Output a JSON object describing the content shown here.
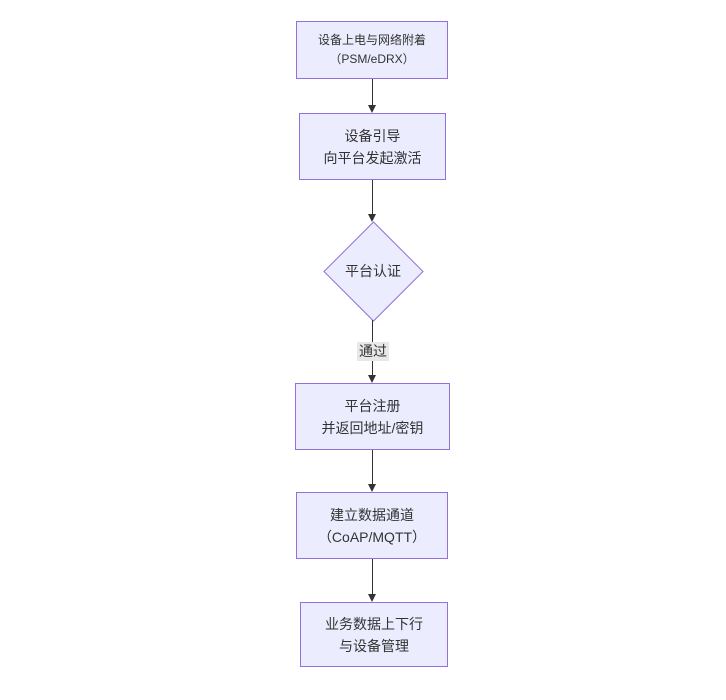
{
  "diagram": {
    "type": "flowchart",
    "direction": "top-down",
    "background_color": "#ffffff",
    "colors": {
      "node_fill": "#ECECFF",
      "node_border": "#9370DB",
      "text": "#333333",
      "edge_line": "#333333",
      "edge_label_bg": "#e8e8e8"
    },
    "nodes": [
      {
        "id": "power-attach",
        "shape": "rect",
        "lines": [
          "设备上电与网络附着",
          "（PSM/eDRX）"
        ]
      },
      {
        "id": "bootstrap",
        "shape": "rect",
        "lines": [
          "设备引导",
          "向平台发起激活"
        ]
      },
      {
        "id": "platform-auth",
        "shape": "diamond",
        "lines": [
          "平台认证"
        ]
      },
      {
        "id": "platform-register",
        "shape": "rect",
        "lines": [
          "平台注册",
          "并返回地址/密钥"
        ]
      },
      {
        "id": "data-channel",
        "shape": "rect",
        "lines": [
          "建立数据通道",
          "（CoAP/MQTT）"
        ]
      },
      {
        "id": "business-data",
        "shape": "rect",
        "lines": [
          "业务数据上下行",
          "与设备管理"
        ]
      }
    ],
    "edges": [
      {
        "from": "power-attach",
        "to": "bootstrap",
        "label": ""
      },
      {
        "from": "bootstrap",
        "to": "platform-auth",
        "label": ""
      },
      {
        "from": "platform-auth",
        "to": "platform-register",
        "label": "通过"
      },
      {
        "from": "platform-register",
        "to": "data-channel",
        "label": ""
      },
      {
        "from": "data-channel",
        "to": "business-data",
        "label": ""
      }
    ]
  }
}
